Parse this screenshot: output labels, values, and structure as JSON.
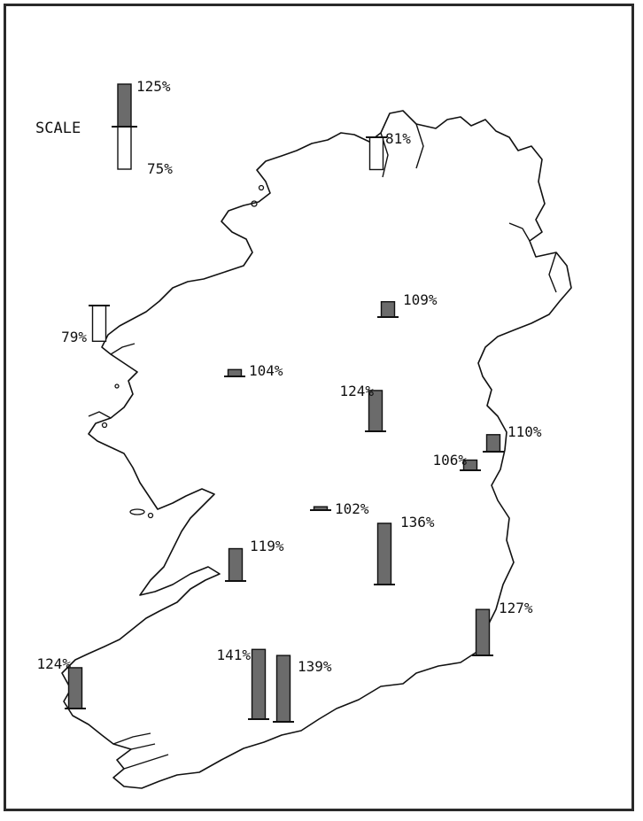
{
  "scale": {
    "title": "SCALE",
    "high_label": "125%",
    "low_label": "75%",
    "high_value": 125,
    "low_value": 75
  },
  "colors": {
    "above_fill": "#6b6b6b",
    "below_fill": "#ffffff",
    "outline": "#111111",
    "coast": "#111111"
  },
  "stations": [
    {
      "label": "81%",
      "value": 81
    },
    {
      "label": "109%",
      "value": 109
    },
    {
      "label": "79%",
      "value": 79
    },
    {
      "label": "104%",
      "value": 104
    },
    {
      "label": "124%",
      "value": 124
    },
    {
      "label": "110%",
      "value": 110
    },
    {
      "label": "106%",
      "value": 106
    },
    {
      "label": "102%",
      "value": 102
    },
    {
      "label": "136%",
      "value": 136
    },
    {
      "label": "119%",
      "value": 119
    },
    {
      "label": "127%",
      "value": 127
    },
    {
      "label": "124%",
      "value": 124
    },
    {
      "label": "141%",
      "value": 141
    },
    {
      "label": "139%",
      "value": 139
    }
  ]
}
